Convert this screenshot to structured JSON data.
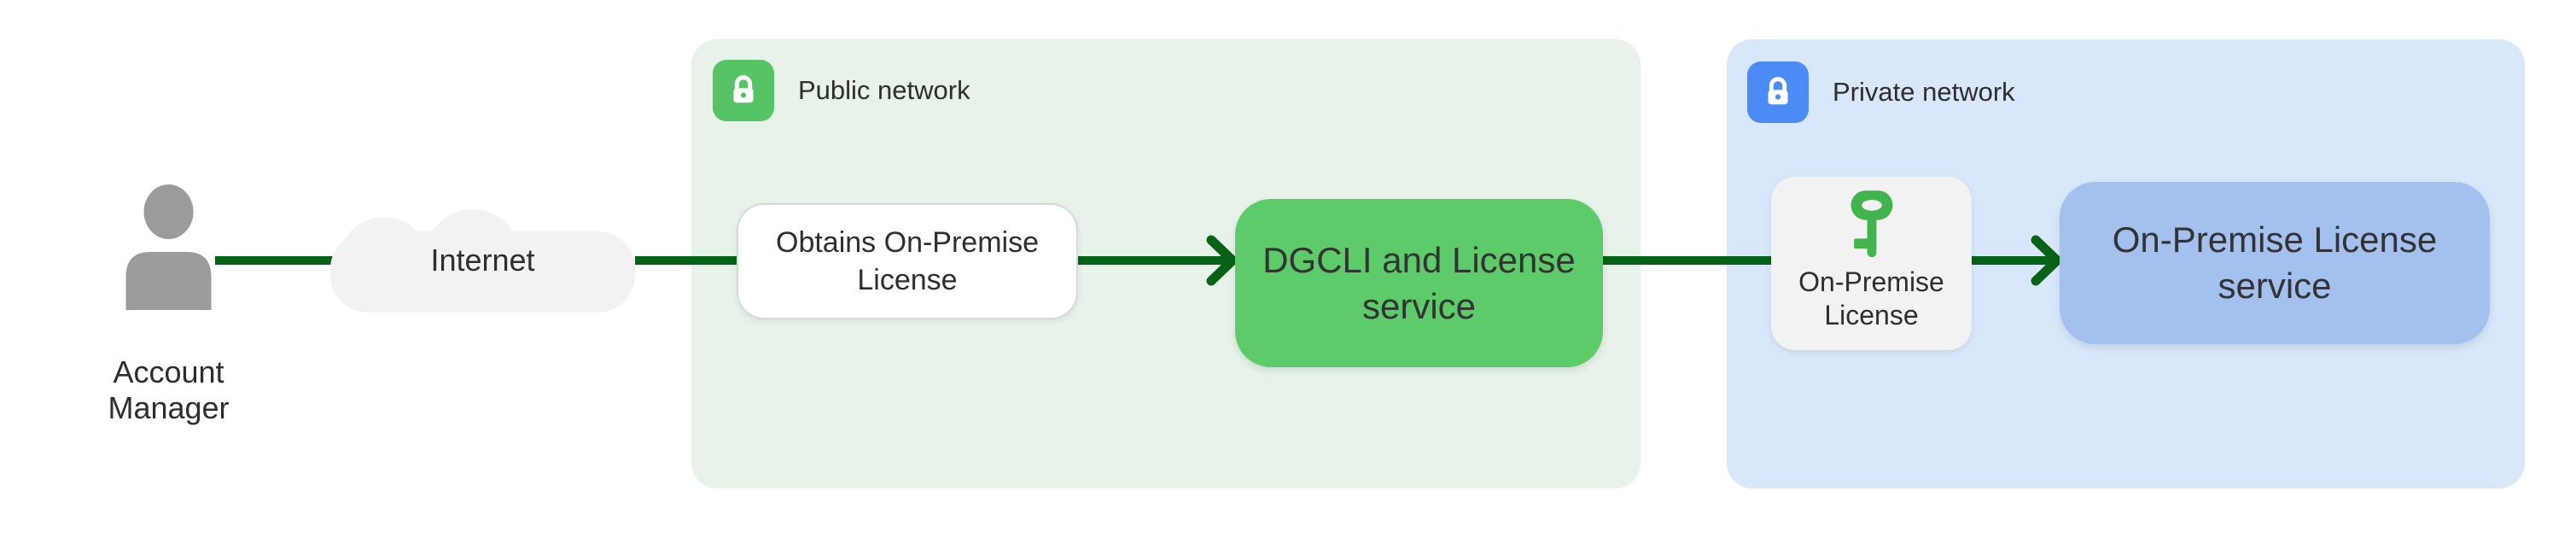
{
  "diagram": {
    "actor": {
      "label": "Account Manager",
      "icon": "person-icon",
      "color": "#9b9b9b"
    },
    "internet": {
      "label": "Internet",
      "shape": "cloud",
      "color": "#f2f2f2"
    },
    "connector_color": "#066216",
    "public_zone": {
      "label": "Public network",
      "panel_color": "#e7f3e8",
      "badge_color": "#56c364",
      "badge_icon": "lock-icon",
      "obtains_box": {
        "label": "Obtains On-Premise License",
        "color": "#ffffff"
      },
      "dgcli_box": {
        "label": "DGCLI and License service",
        "color": "#5ecb6b"
      }
    },
    "private_zone": {
      "label": "Private network",
      "panel_color": "#d9e7fb",
      "badge_color": "#4a8bf5",
      "badge_icon": "lock-icon",
      "license_box": {
        "label": "On-Premise License",
        "icon": "key-icon",
        "key_color": "#41b44e",
        "color": "#f2f2f2"
      },
      "service_box": {
        "label": "On-Premise License service",
        "color": "#a4c0ee"
      }
    }
  }
}
